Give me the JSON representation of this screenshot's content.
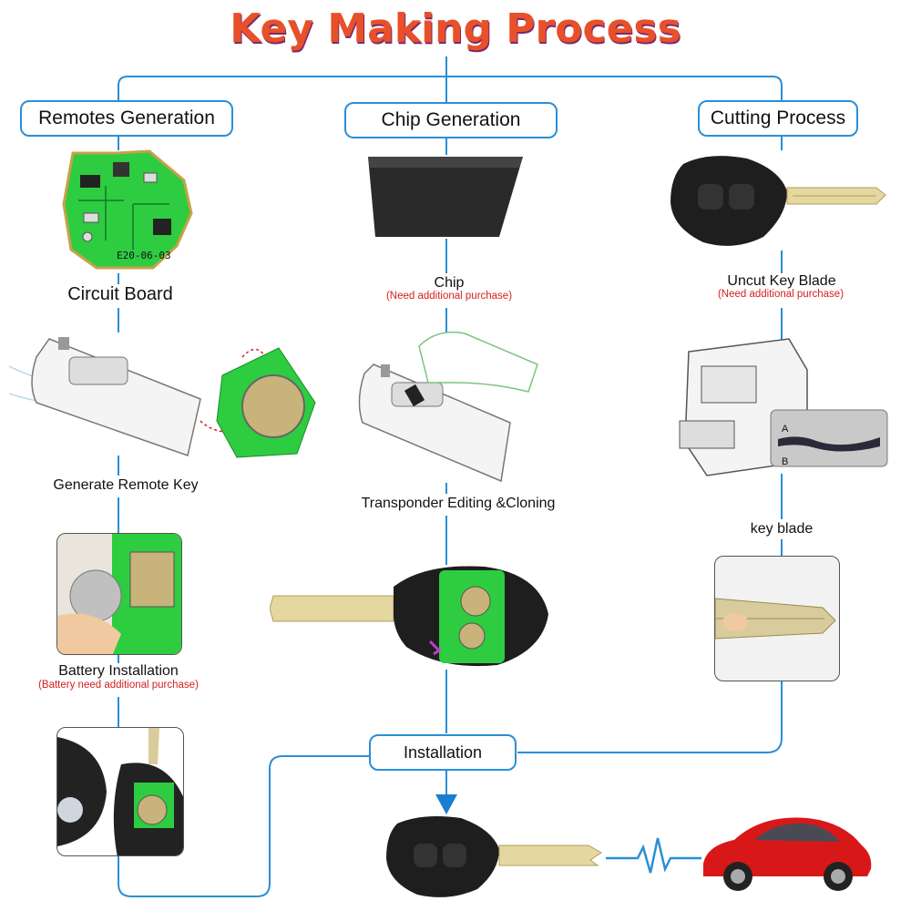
{
  "title": "Key Making Process",
  "sections": {
    "remotes": "Remotes Generation",
    "chip": "Chip Generation",
    "cutting": "Cutting Process",
    "installation": "Installation"
  },
  "captions": {
    "circuit_board": "Circuit Board",
    "pcb_marking": "E20-06-03",
    "chip": "Chip",
    "chip_note": "(Need additional purchase)",
    "uncut_blade": "Uncut Key  Blade",
    "uncut_note": "(Need additional purchase)",
    "generate_remote": "Generate Remote Key",
    "transponder": "Transponder Editing &Cloning",
    "key_blade": "key blade",
    "battery": "Battery Installation",
    "battery_note": "(Battery need additional purchase)",
    "chart_a": "A",
    "chart_b": "B"
  },
  "colors": {
    "line": "#2a8fd6",
    "title_fill": "#e8502a",
    "note": "#d42020",
    "pcb_green": "#2ecc40",
    "car_red": "#d81818"
  }
}
